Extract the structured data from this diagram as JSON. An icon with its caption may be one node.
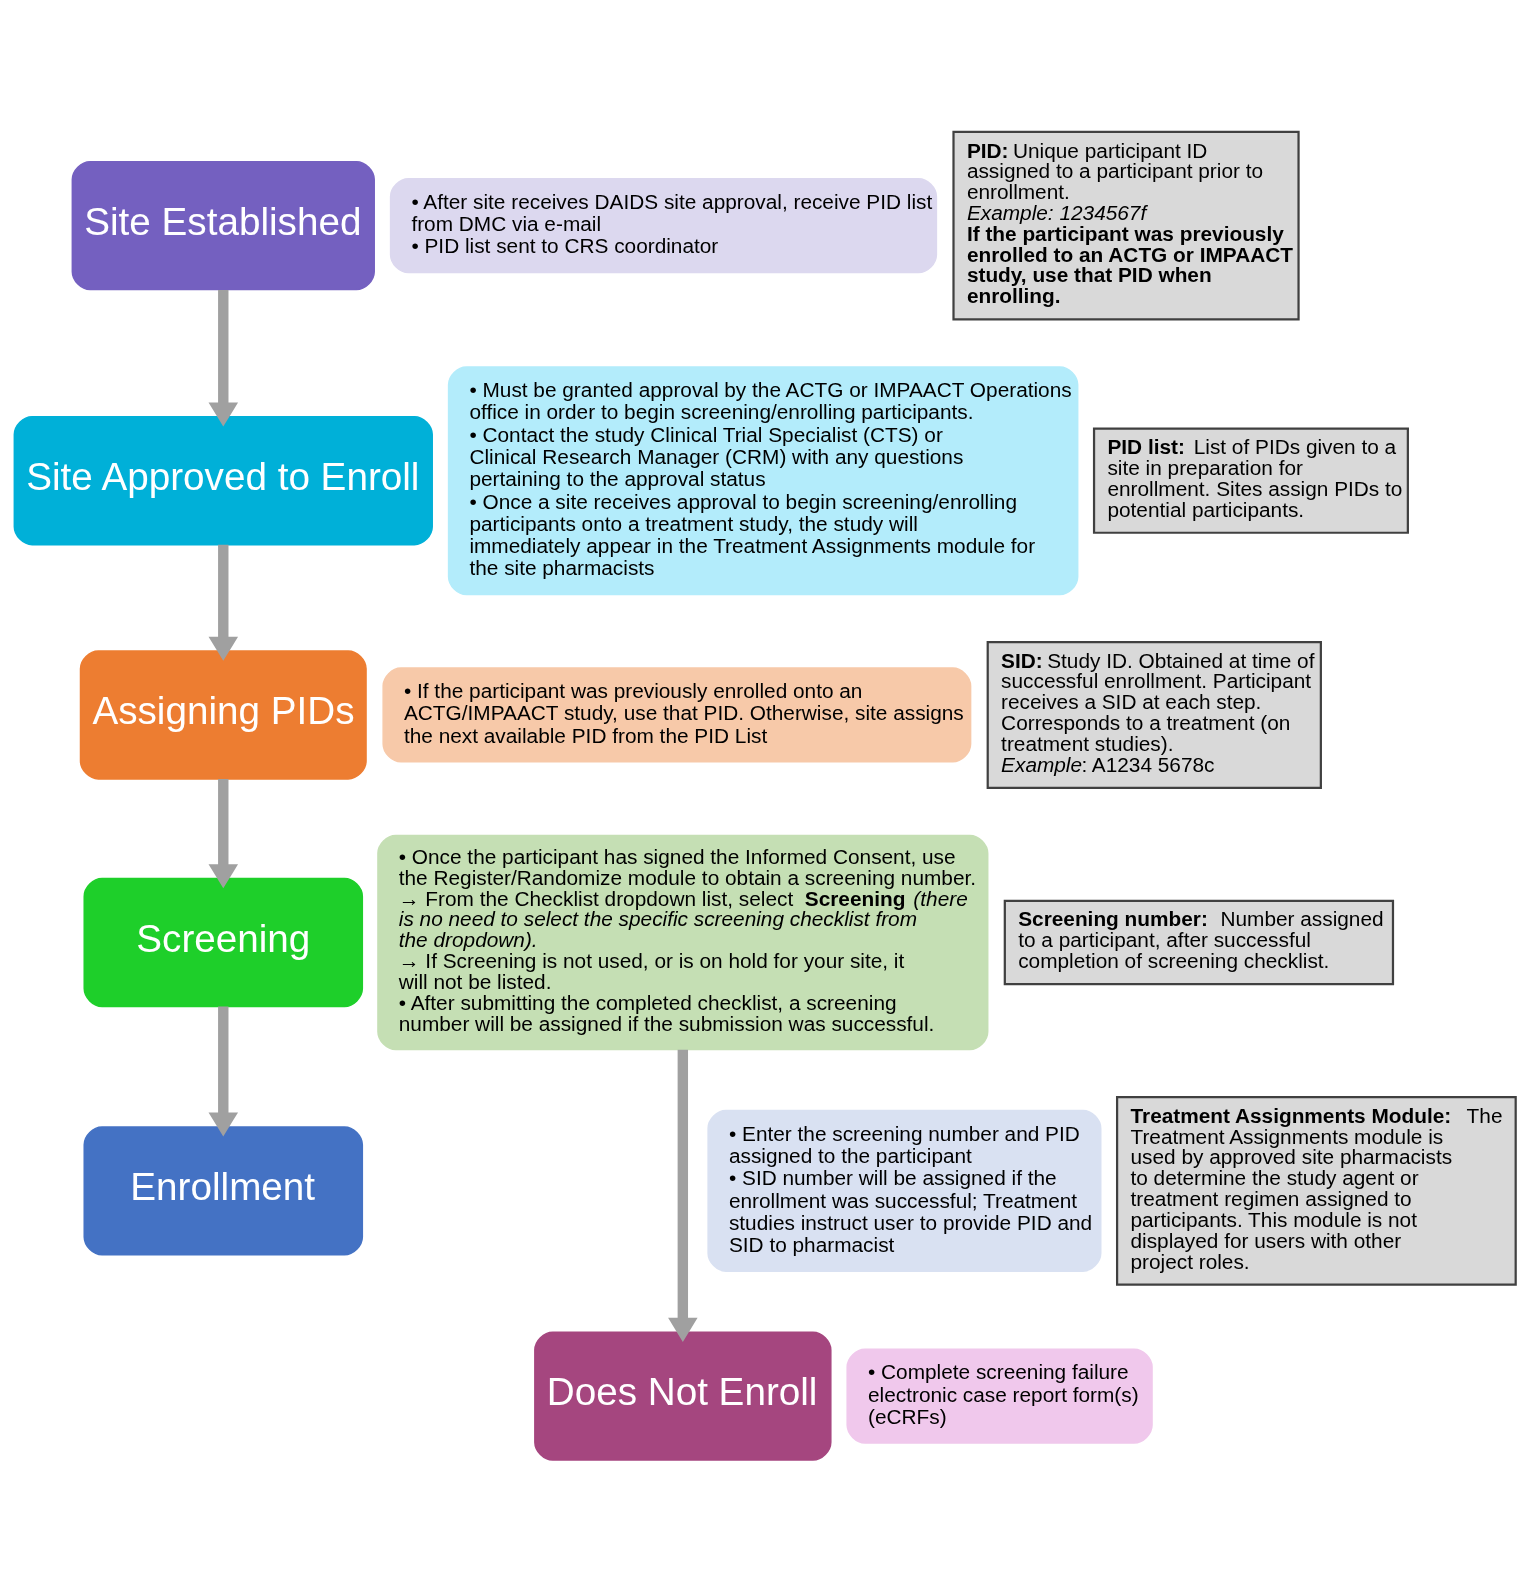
{
  "diagram": {
    "nodes": [
      {
        "text": [
          "Site Established"
        ]
      },
      {
        "text": [
          "• After site receives DAIDS site approval, receive PID list from DMC via e-mail",
          "• PID list sent to CRS coordinator"
        ]
      },
      {
        "text": [
          "Site Approved to Enroll"
        ]
      },
      {
        "text": [
          "• Must be granted approval by the ACTG or IMPAACT Operations office in order to begin screening/enrolling participants.",
          "• Contact the study Clinical Trial Specialist (CTS) or Clinical Research Manager (CRM) with any questions pertaining to the approval status",
          "• Once a site receives approval to begin screening/enrolling participants onto a treatment study, the study will immediately appear in the Treatment Assignments module for the site pharmacists"
        ]
      },
      {
        "text": [
          "Assigning PIDs"
        ]
      },
      {
        "text": [
          "• If the participant was previously enrolled onto an ACTG/IMPAACT study, use that PID. Otherwise, site assigns the next available PID from the PID List"
        ]
      },
      {
        "text": [
          "Screening"
        ]
      },
      {
        "text": [
          "• Once the participant has signed the Informed Consent, use the Register/Randomize module to obtain a screening number.",
          "→ From the Checklist dropdown list, select **Screening** *(there is no need to select the specific screening checklist from the dropdown).*",
          "→ If Screening is not used, or is on hold for your site, it will not be listed.",
          "• After submitting the completed checklist, a screening number will be assigned if the submission was successful."
        ]
      },
      {
        "text": [
          "Enrollment"
        ]
      },
      {
        "text": [
          "• Enter the screening number and PID assigned to the participant",
          "• SID number will be assigned if the enrollment was successful; Treatment studies instruct user to provide PID and SID to pharmacist"
        ]
      },
      {
        "text": [
          "Does Not Enroll"
        ]
      },
      {
        "text": [
          "• Complete screening failure electronic case report form(s) (eCRFs)"
        ]
      },
      {
        "text": [
          "**PID:** Unique participant ID assigned to a participant prior to enrollment.",
          "*Example: 1234567f*",
          "**If the participant was previously enrolled to an ACTG or IMPAACT study, use that PID when enrolling.**"
        ]
      },
      {
        "text": [
          "**PID list:** List of PIDs given to a site in preparation for enrollment. Sites assign PIDs to potential participants."
        ]
      },
      {
        "text": [
          "**SID:** Study ID. Obtained at time of successful enrollment. Participant receives a SID at each step. Corresponds to a treatment (on treatment studies).",
          "*Example*: A1234 5678c"
        ]
      },
      {
        "text": [
          "**Screening number:** Number assigned to a participant, after successful completion of screening checklist."
        ]
      },
      {
        "text": [
          "**Treatment Assignments Module:** The Treatment Assignments module is used by approved site pharmacists to determine the study agent or treatment regimen assigned to participants. This module is not displayed for users with other project roles."
        ]
      }
    ],
    "edges": [
      {
        "from": 0,
        "to": 2,
        "arrow": "to"
      },
      {
        "from": 2,
        "to": 4,
        "arrow": "to"
      },
      {
        "from": 4,
        "to": 6,
        "arrow": "to"
      },
      {
        "from": 6,
        "to": 8,
        "arrow": "to"
      },
      {
        "from": 7,
        "to": 10,
        "arrow": "to"
      }
    ]
  }
}
